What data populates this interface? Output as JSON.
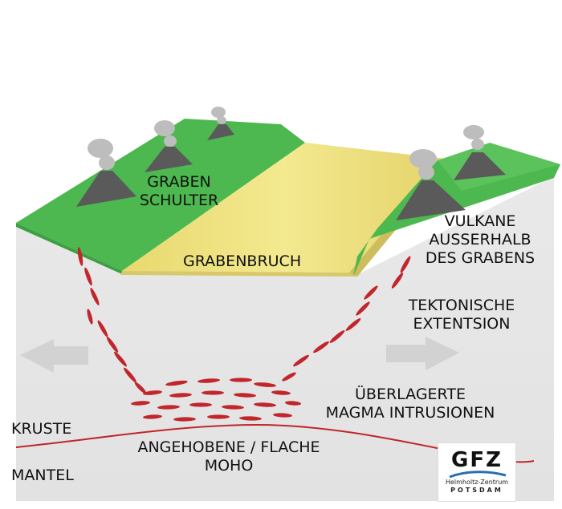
{
  "labels": {
    "graben_schulter": [
      "GRABEN",
      "SCHULTER"
    ],
    "grabenbruch": "GRABENBRUCH",
    "vulkane": [
      "VULKANE",
      "AUSSERHALB",
      "DES GRABENS"
    ],
    "tektonische": [
      "TEKTONISCHE",
      "EXTENTSION"
    ],
    "ueberlagerte": [
      "ÜBERLAGERTE",
      "MAGMA INTRUSIONEN"
    ],
    "kruste": "KRUSTE",
    "mantel": "MANTEL",
    "moho": [
      "ANGEHOBENE / FLACHE",
      "MOHO"
    ]
  },
  "logo": {
    "main": "GFZ",
    "line1": "Helmholtz-Zentrum",
    "line2": "POTSDAM"
  },
  "colors": {
    "crust": "#e6e6e6",
    "green": "#4cb84f",
    "light_green": "#66cc66",
    "graben_yellow": "#f0e08a",
    "volcano": "#5a5a5a",
    "smoke": "#bdbdbd",
    "magma": "#c0262c",
    "arrow": "#d2d2d2"
  }
}
